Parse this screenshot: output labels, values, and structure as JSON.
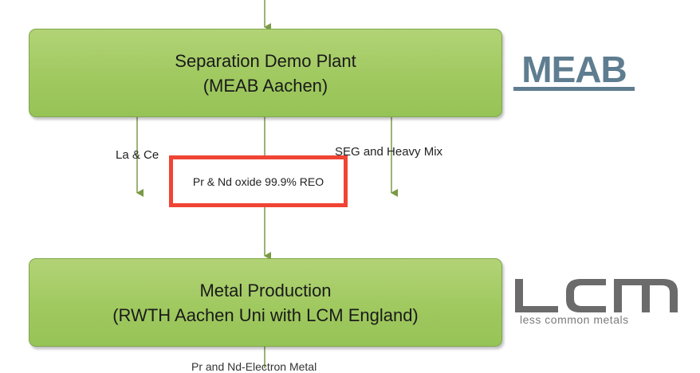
{
  "diagram": {
    "nodes": [
      {
        "id": "separation",
        "lines": [
          "Separation Demo Plant",
          "(MEAB Aachen)"
        ]
      },
      {
        "id": "metal",
        "lines": [
          "Metal Production",
          "(RWTH Aachen Uni with LCM England)"
        ]
      }
    ],
    "edge_labels": {
      "left": "La & Ce",
      "right": "SEG and Heavy Mix",
      "center": "Pr & Nd oxide 99.9% REO",
      "bottom": "Pr and Nd-Electron Metal"
    },
    "logos": {
      "meab": {
        "text": "MEAB"
      },
      "lcm": {
        "text": "LCM",
        "tagline": "less common metals"
      }
    },
    "colors": {
      "box_fill": "#a0c960",
      "connector": "#7a9a45",
      "highlight": "#f04434"
    }
  }
}
